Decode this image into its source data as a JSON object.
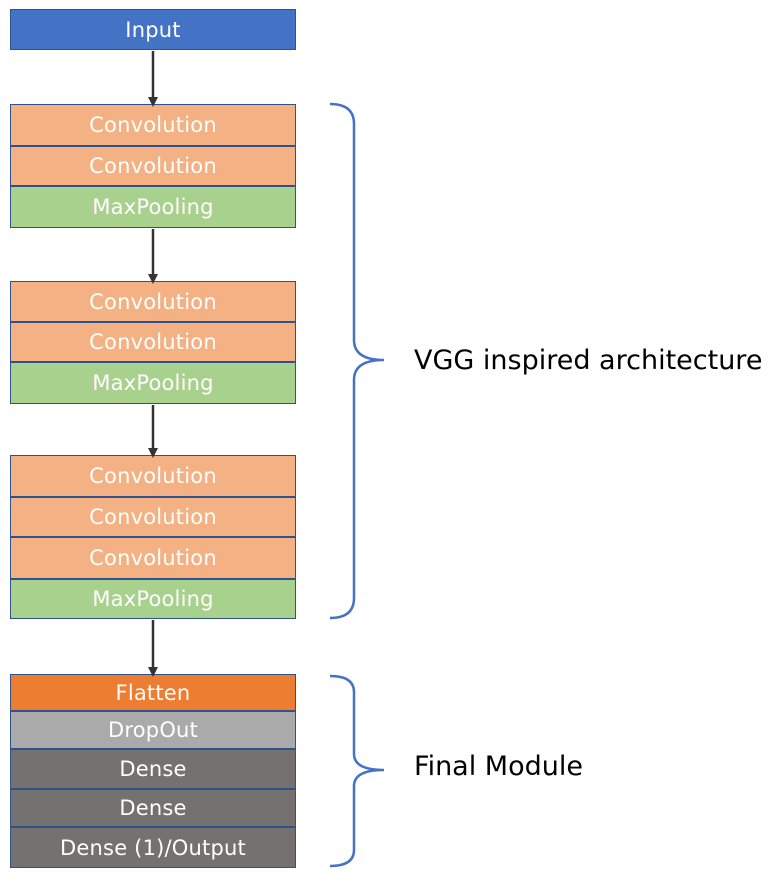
{
  "layers": {
    "input": "Input",
    "block1_conv1": "Convolution",
    "block1_conv2": "Convolution",
    "block1_pool": "MaxPooling",
    "block2_conv1": "Convolution",
    "block2_conv2": "Convolution",
    "block2_pool": "MaxPooling",
    "block3_conv1": "Convolution",
    "block3_conv2": "Convolution",
    "block3_conv3": "Convolution",
    "block3_pool": "MaxPooling",
    "flatten": "Flatten",
    "dropout": "DropOut",
    "dense1": "Dense",
    "dense2": "Dense",
    "output": "Dense (1)/Output"
  },
  "groups": {
    "vgg_label": "VGG inspired architecture",
    "final_label": "Final Module"
  },
  "colors": {
    "input": "#4472c4",
    "convolution": "#f4b183",
    "maxpooling": "#a9d18e",
    "flatten": "#ed7d31",
    "dropout": "#aaaaaa",
    "dense": "#767171",
    "brace": "#4472c4",
    "arrow": "#333333"
  }
}
